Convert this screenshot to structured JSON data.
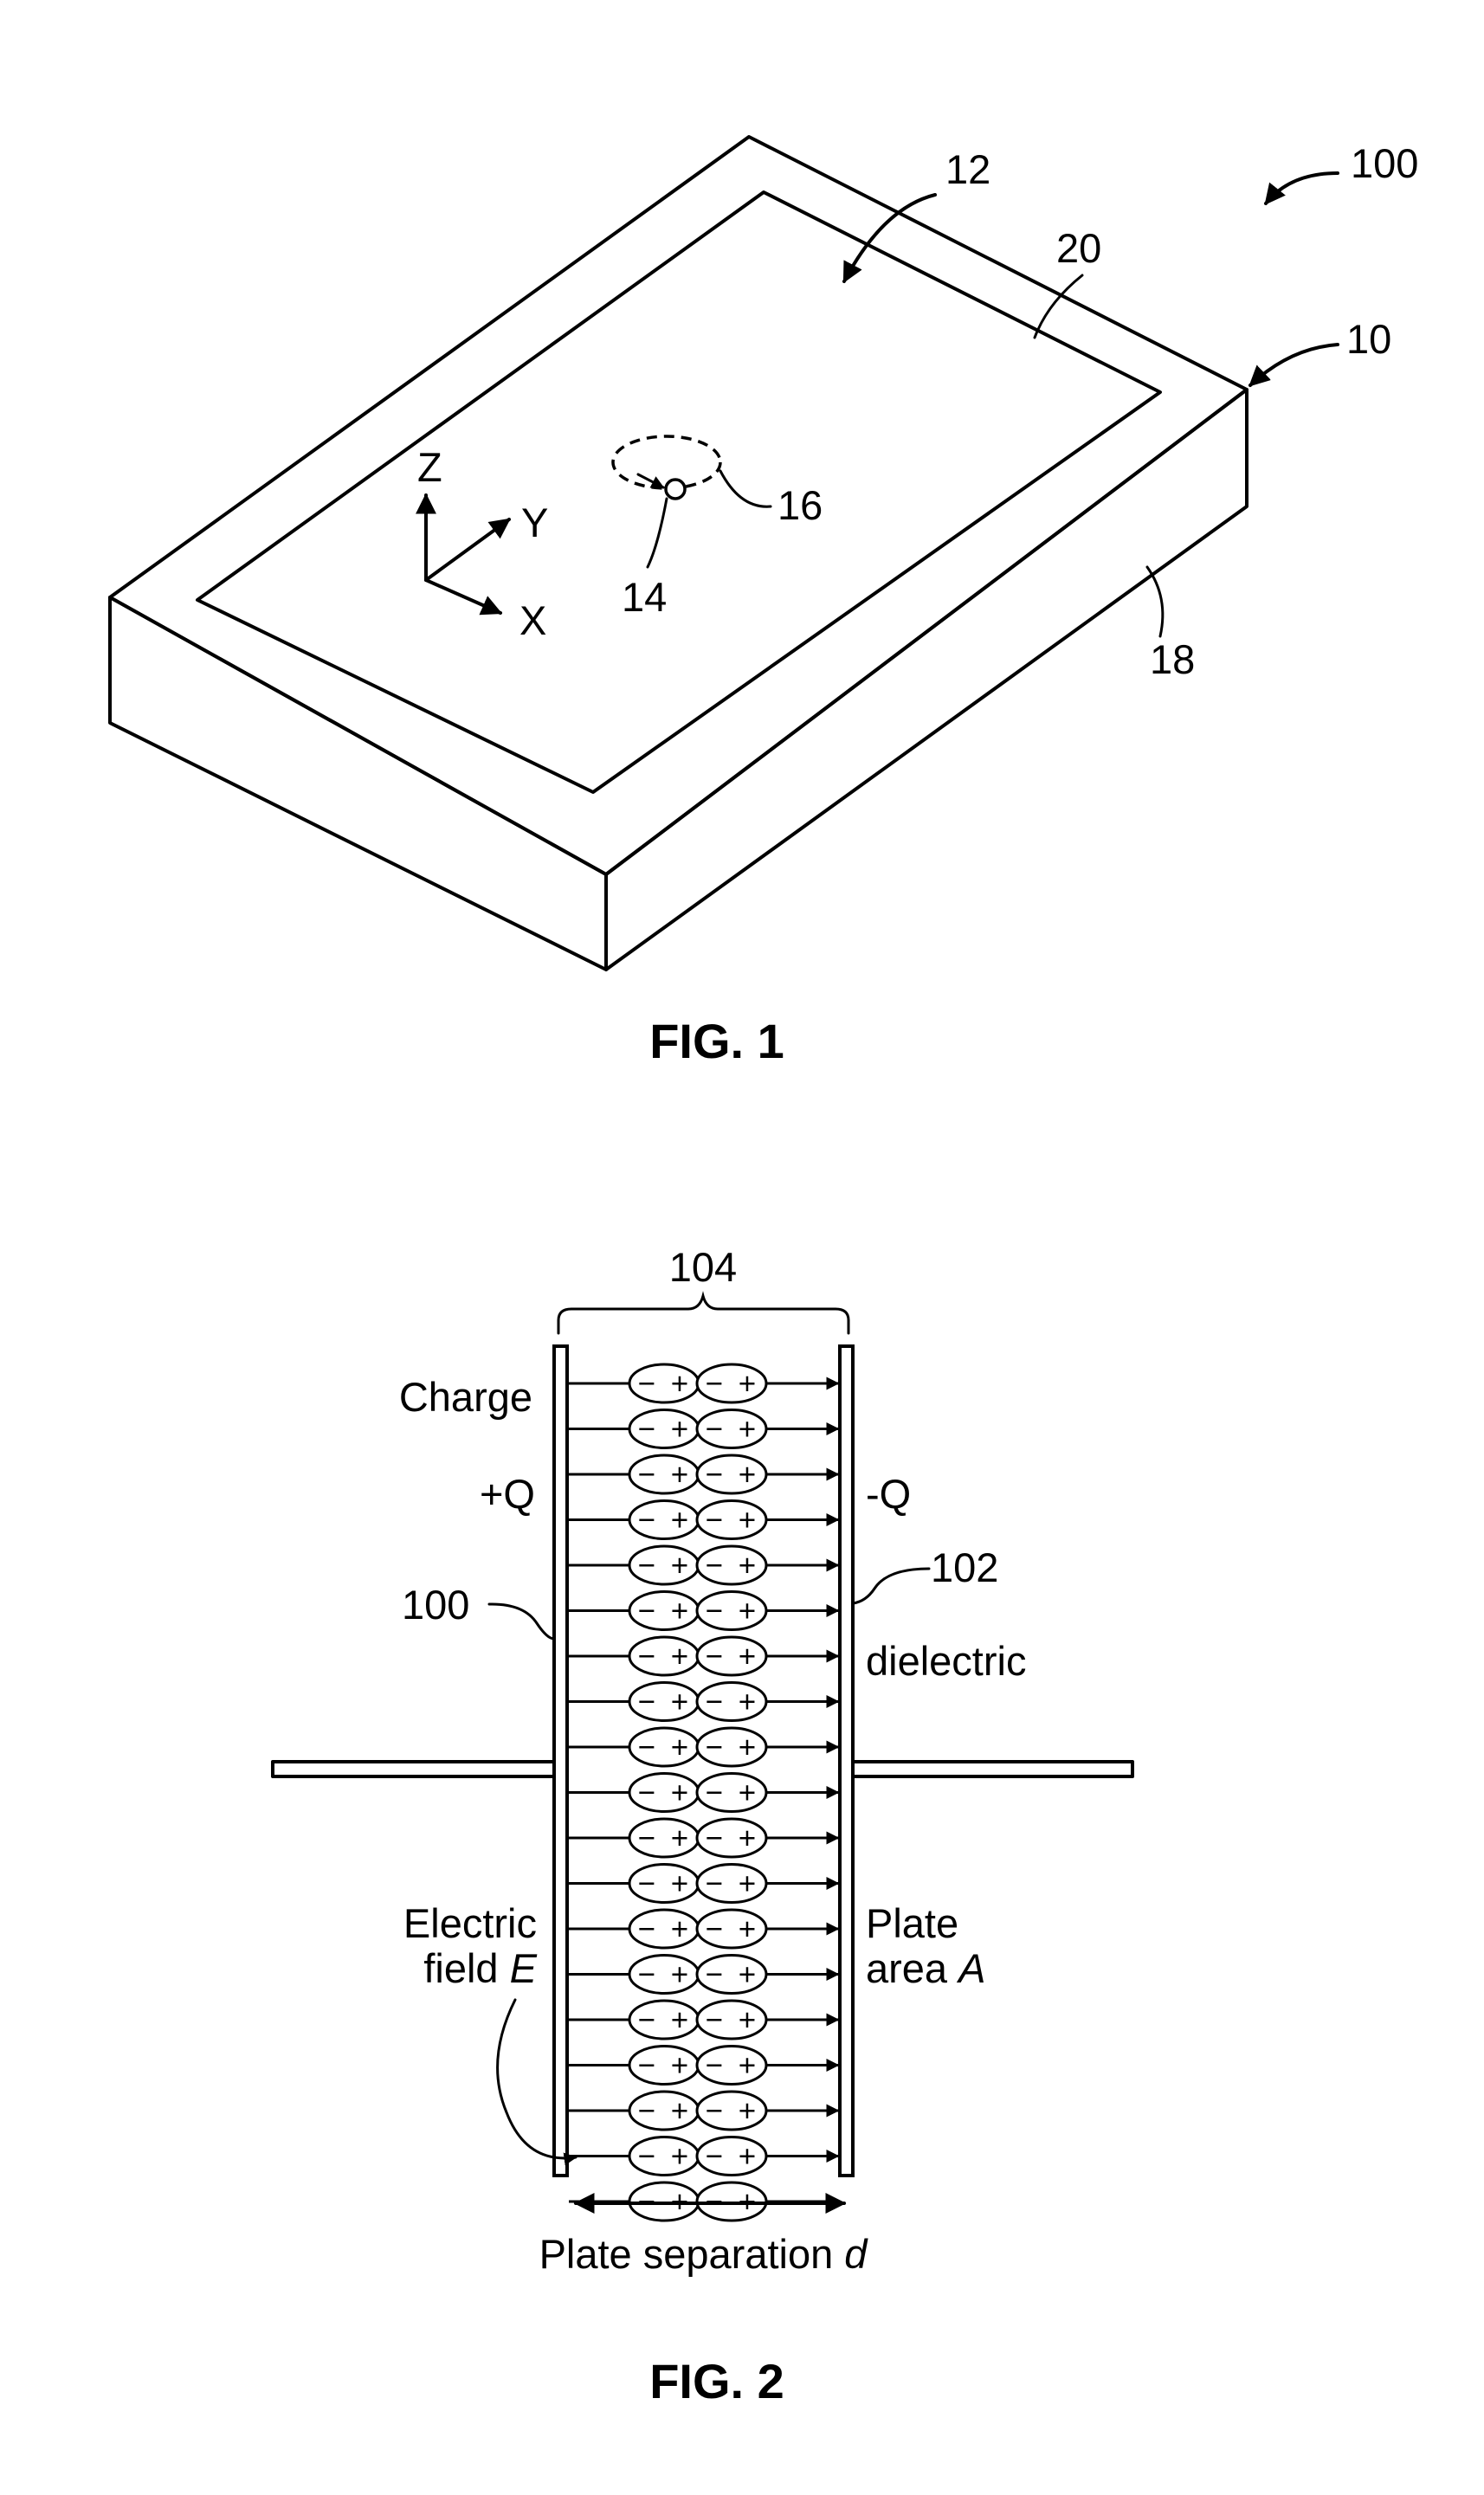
{
  "figure1": {
    "caption": "FIG. 1",
    "ref_device": "100",
    "ref_surface": "12",
    "ref_display": "20",
    "ref_housing": "10",
    "ref_point": "14",
    "ref_path": "16",
    "ref_side": "18",
    "axis_z": "Z",
    "axis_y": "Y",
    "axis_x": "X"
  },
  "figure2": {
    "caption": "FIG. 2",
    "ref_gap": "104",
    "ref_left_plate": "100",
    "ref_right_plate": "102",
    "charge_label": "Charge",
    "plus_q": "+Q",
    "minus_q": "-Q",
    "dielectric_label": "dielectric",
    "field_line1": "Electric",
    "field_line2": "field",
    "field_symbol": "E",
    "area_line1": "Plate",
    "area_line2": "area",
    "area_symbol": "A",
    "separation_text": "Plate separation",
    "separation_symbol": "d",
    "dipole_minus": "−",
    "dipole_plus": "+",
    "dipole_rows": 19,
    "dipole_columns": 2
  }
}
